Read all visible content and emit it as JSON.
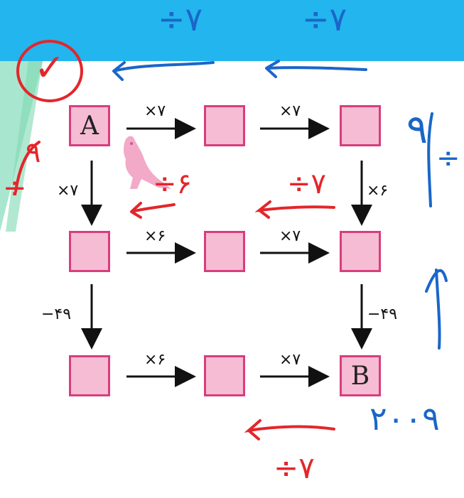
{
  "boxes": {
    "start_label": "A",
    "end_label": "B"
  },
  "operations": {
    "row1_a": "×۷",
    "row1_b": "×۷",
    "col_left_1": "×۷",
    "col_right_1": "×۶",
    "row2_a": "×۶",
    "row2_b": "×۷",
    "col_left_2": "−۴۹",
    "col_right_2": "−۴۹",
    "row3_a": "×۶",
    "row3_b": "×۷"
  },
  "annotations": {
    "top_blue_left": "÷۷",
    "top_blue_right": "÷۷",
    "right_blue": "÷",
    "right_blue_number": "۹",
    "red_left": "÷",
    "red_left_number": "۹",
    "red_mid_left": "÷۶",
    "red_mid_right": "÷۷",
    "bottom_red": "÷۷",
    "bottom_blue_number": "۲۰۰۹",
    "check_circle": "✓"
  },
  "colors": {
    "top_bar": "#22b5ee",
    "box_fill": "#f6bcd3",
    "box_border": "#d93d7e",
    "ink_blue": "#1a66c9",
    "ink_red": "#e3262b"
  },
  "icons": [
    "kangaroo-icon"
  ]
}
